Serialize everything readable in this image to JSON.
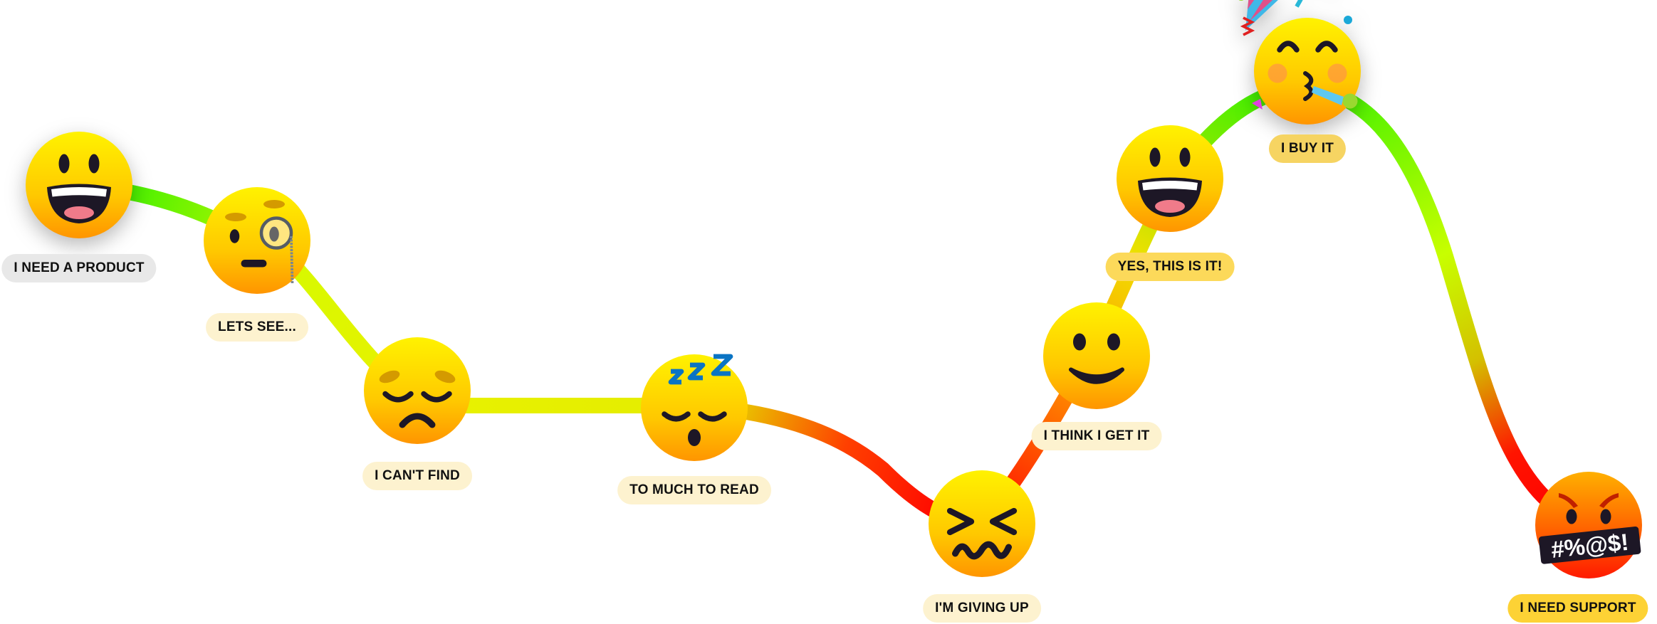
{
  "title": "Customer journey emotions",
  "steps": [
    {
      "label": "I NEED A PRODUCT",
      "emotion": "grinning-face"
    },
    {
      "label": "LETS SEE...",
      "emotion": "face-with-monocle"
    },
    {
      "label": "I CAN'T FIND",
      "emotion": "pensive-face"
    },
    {
      "label": "TO MUCH TO READ",
      "emotion": "sleeping-face"
    },
    {
      "label": "I'M GIVING UP",
      "emotion": "confounded-face"
    },
    {
      "label": "I THINK I GET IT",
      "emotion": "slightly-smiling-face"
    },
    {
      "label": "YES, THIS IS IT!",
      "emotion": "grinning-face"
    },
    {
      "label": "I BUY IT",
      "emotion": "partying-face"
    },
    {
      "label": "I NEED SUPPORT",
      "emotion": "face-with-symbols-on-mouth",
      "symbols": "#%@$!"
    }
  ],
  "colors": {
    "positive": "#4cf000",
    "neutral": "#e6f000",
    "negative": "#ff0a00"
  }
}
